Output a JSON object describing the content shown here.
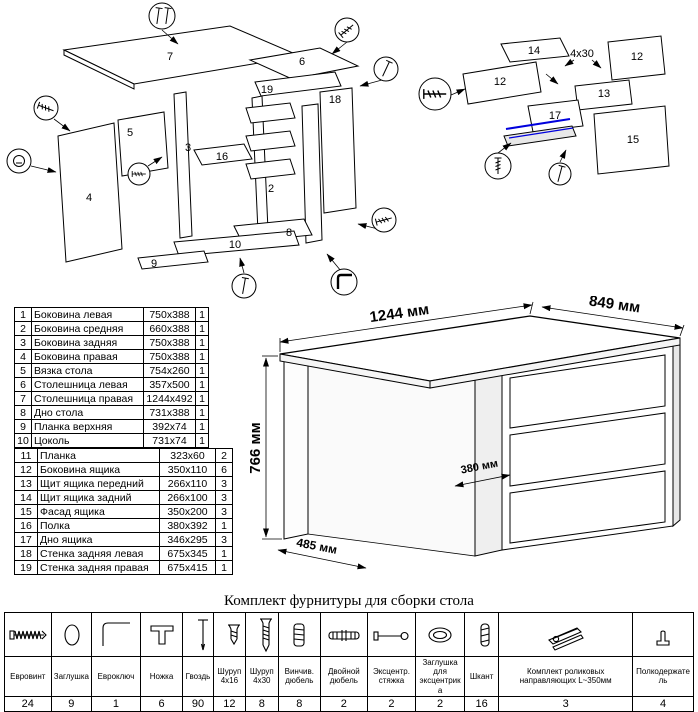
{
  "hardware_title": "Комплект фурнитуры для сборки стола",
  "desk_labels": [
    "7",
    "6",
    "19",
    "18",
    "5",
    "3",
    "16",
    "2",
    "4",
    "8",
    "10",
    "9"
  ],
  "drawer_labels": [
    "14",
    "12",
    "12",
    "4x30",
    "13",
    "17",
    "15"
  ],
  "dimensions": {
    "width": "1244 мм",
    "depth": "849 мм",
    "height": "766 мм",
    "shelf": "380 мм",
    "front": "485 мм"
  },
  "parts": [
    {
      "num": "1",
      "name": "Боковина левая",
      "size": "750x388",
      "qty": "1"
    },
    {
      "num": "2",
      "name": "Боковина средняя",
      "size": "660x388",
      "qty": "1"
    },
    {
      "num": "3",
      "name": "Боковина задняя",
      "size": "750x388",
      "qty": "1"
    },
    {
      "num": "4",
      "name": "Боковина правая",
      "size": "750x388",
      "qty": "1"
    },
    {
      "num": "5",
      "name": "Вязка стола",
      "size": "754x260",
      "qty": "1"
    },
    {
      "num": "6",
      "name": "Столешница левая",
      "size": "357x500",
      "qty": "1"
    },
    {
      "num": "7",
      "name": "Столешница правая",
      "size": "1244x492",
      "qty": "1"
    },
    {
      "num": "8",
      "name": "Дно стола",
      "size": "731x388",
      "qty": "1"
    },
    {
      "num": "9",
      "name": "Планка верхняя",
      "size": "392x74",
      "qty": "1"
    },
    {
      "num": "10",
      "name": "Цоколь",
      "size": "731x74",
      "qty": "1"
    },
    {
      "num": "11",
      "name": "Планка",
      "size": "323x60",
      "qty": "2"
    },
    {
      "num": "12",
      "name": "Боковина ящика",
      "size": "350x110",
      "qty": "6"
    },
    {
      "num": "13",
      "name": "Щит ящика передний",
      "size": "266x110",
      "qty": "3"
    },
    {
      "num": "14",
      "name": "Щит ящика задний",
      "size": "266x100",
      "qty": "3"
    },
    {
      "num": "15",
      "name": "Фасад ящика",
      "size": "350x200",
      "qty": "3"
    },
    {
      "num": "16",
      "name": "Полка",
      "size": "380x392",
      "qty": "1"
    },
    {
      "num": "17",
      "name": "Дно ящика",
      "size": "346x295",
      "qty": "3"
    },
    {
      "num": "18",
      "name": "Стенка задняя левая",
      "size": "675x345",
      "qty": "1"
    },
    {
      "num": "19",
      "name": "Стенка задняя правая",
      "size": "675x415",
      "qty": "1"
    }
  ],
  "hardware": [
    {
      "name": "Евровинт",
      "qty": "24",
      "icon": "euro-screw-icon"
    },
    {
      "name": "Заглушка",
      "qty": "9",
      "icon": "cap-icon"
    },
    {
      "name": "Евроключ",
      "qty": "1",
      "icon": "hex-key-icon"
    },
    {
      "name": "Ножка",
      "qty": "6",
      "icon": "leg-icon"
    },
    {
      "name": "Гвоздь",
      "qty": "90",
      "icon": "nail-icon"
    },
    {
      "name": "Шуруп 4x16",
      "qty": "12",
      "icon": "screw-small-icon"
    },
    {
      "name": "Шуруп 4x30",
      "qty": "8",
      "icon": "screw-large-icon"
    },
    {
      "name": "Винчив. дюбель",
      "qty": "8",
      "icon": "screw-dowel-icon"
    },
    {
      "name": "Двойной дюбель",
      "qty": "2",
      "icon": "double-dowel-icon"
    },
    {
      "name": "Эксцентр. стяжка",
      "qty": "2",
      "icon": "cam-bolt-icon"
    },
    {
      "name": "Заглушка для эксцентрика",
      "qty": "2",
      "icon": "cam-cap-icon"
    },
    {
      "name": "Шкант",
      "qty": "16",
      "icon": "dowel-icon"
    },
    {
      "name": "Комплект роликовых направляющих L~350мм",
      "qty": "3",
      "icon": "drawer-slide-icon"
    },
    {
      "name": "Полкодержатель",
      "qty": "4",
      "icon": "shelf-pin-icon"
    }
  ]
}
